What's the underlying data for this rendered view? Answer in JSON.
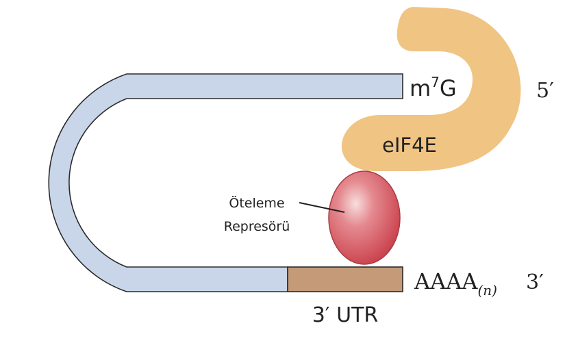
{
  "labels": {
    "cap_base": "m",
    "cap_sup": "7",
    "cap_end": "G",
    "five_prime": "5′",
    "eif4e": "eIF4E",
    "repressor_line1": "Öteleme",
    "repressor_line2": "Represörü",
    "polya_base": "AAAA",
    "polya_sub": "(n)",
    "three_prime": "3′",
    "utr": "3′ UTR"
  },
  "colors": {
    "mrna_fill": "#c9d6ea",
    "mrna_stroke": "#2b2b2b",
    "utr_fill": "#c49a78",
    "eif4e_fill": "#f0c483",
    "repressor_fill": "#d94f58",
    "repressor_highlight": "#f2c7c7",
    "repressor_stroke": "#a83a42",
    "text": "#222222"
  }
}
